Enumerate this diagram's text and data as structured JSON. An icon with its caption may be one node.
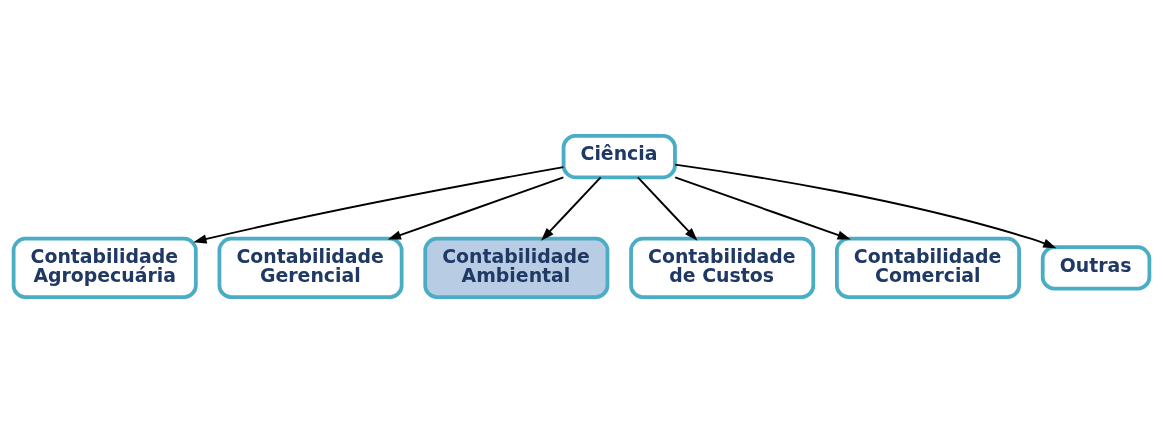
{
  "diagram": {
    "nodes": [
      {
        "text": [
          "Ciência"
        ]
      },
      {
        "text": [
          "Contabilidade Agropecuária"
        ]
      },
      {
        "text": [
          "Contabilidade Gerencial"
        ]
      },
      {
        "text": [
          "Contabilidade Ambiental"
        ]
      },
      {
        "text": [
          "Contabilidade de Custos"
        ]
      },
      {
        "text": [
          "Contabilidade Comercial"
        ]
      },
      {
        "text": [
          "Outras"
        ]
      }
    ],
    "edges": [
      {
        "from": 0,
        "to": 1,
        "arrow": "to"
      },
      {
        "from": 0,
        "to": 2,
        "arrow": "to"
      },
      {
        "from": 0,
        "to": 3,
        "arrow": "to"
      },
      {
        "from": 0,
        "to": 4,
        "arrow": "to"
      },
      {
        "from": 0,
        "to": 5,
        "arrow": "to"
      },
      {
        "from": 0,
        "to": 6,
        "arrow": "to"
      }
    ]
  }
}
